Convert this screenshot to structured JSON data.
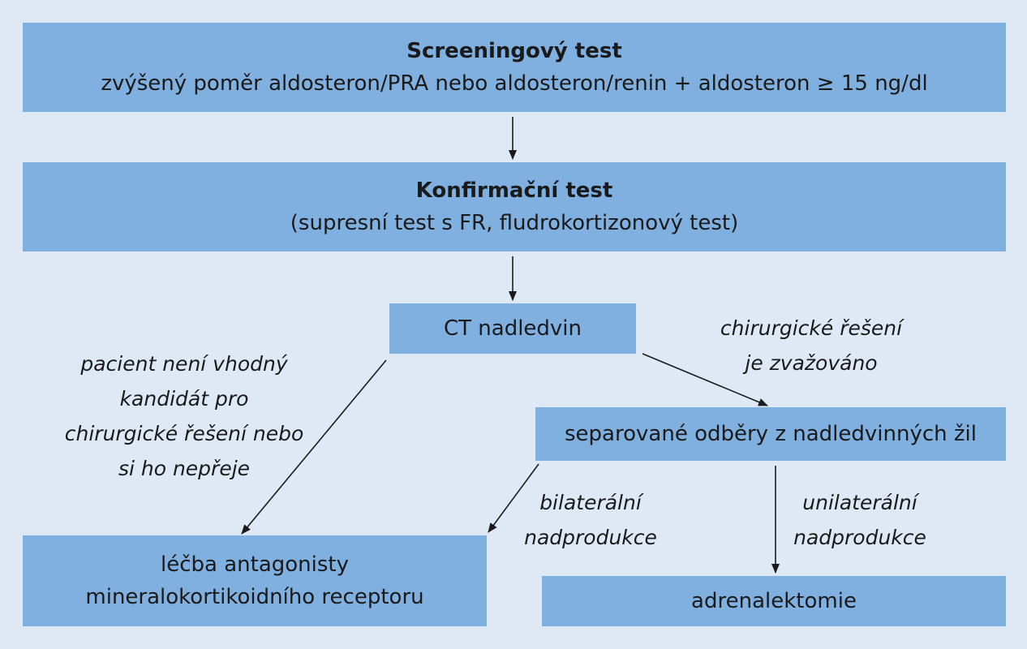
{
  "nodes": {
    "screening": {
      "title": "Screeningový test",
      "text": "zvýšený poměr aldosteron/PRA nebo aldosteron/renin + aldosteron ≥ 15 ng/dl"
    },
    "confirm": {
      "title": "Konfirmační test",
      "text": "(supresní test s FR, fludrokortizonový test)"
    },
    "ct": {
      "text": "CT nadledvin"
    },
    "avs": {
      "text": "separované odběry z nadledvinných žil"
    },
    "treatment": {
      "line1": "léčba antagonisty",
      "line2": "mineralokortikoidního receptoru"
    },
    "adrenalectomy": {
      "text": "adrenalektomie"
    }
  },
  "labels": {
    "surgery_considered": [
      "chirurgické řešení",
      "je zvažováno"
    ],
    "not_candidate": [
      "pacient není vhodný",
      "kandidát pro",
      "chirurgické řešení nebo",
      "si ho nepřeje"
    ],
    "bilateral": [
      "bilaterální",
      "nadprodukce"
    ],
    "unilateral": [
      "unilaterální",
      "nadprodukce"
    ]
  },
  "colors": {
    "box": "#7fb0e0",
    "background": "#dfe9f6",
    "arrow": "#1a1a1a"
  }
}
